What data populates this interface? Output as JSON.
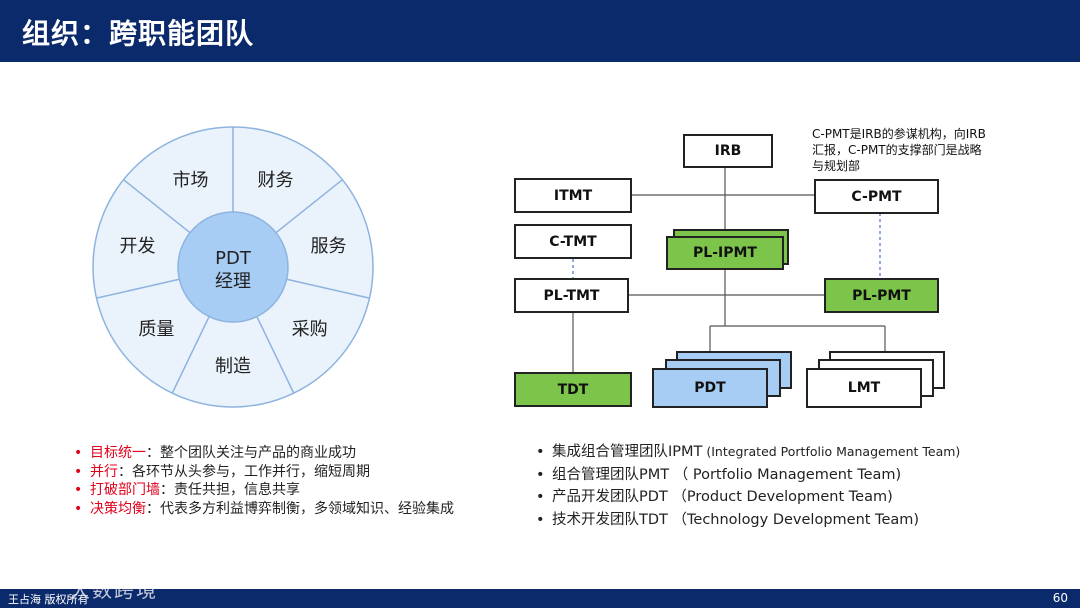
{
  "header": {
    "title": "组织：跨职能团队"
  },
  "wheel": {
    "center": [
      "PDT",
      "经理"
    ],
    "segments": [
      "财务",
      "服务",
      "采购",
      "制造",
      "质量",
      "开发",
      "市场"
    ]
  },
  "bullets_left": [
    {
      "key": "目标统一",
      "text": "：整个团队关注与产品的商业成功"
    },
    {
      "key": "并行",
      "text": "：各环节从头参与，工作并行，缩短周期"
    },
    {
      "key": "打破部门墙",
      "text": "：责任共担，信息共享"
    },
    {
      "key": "决策均衡",
      "text": "：代表多方利益博弈制衡，多领域知识、经验集成"
    }
  ],
  "org": {
    "irb": "IRB",
    "itmt": "ITMT",
    "ctmt": "C-TMT",
    "pltmt": "PL-TMT",
    "cpmt": "C-PMT",
    "plipmt": "PL-IPMT",
    "plpmt": "PL-PMT",
    "tdt": "TDT",
    "pdt": "PDT",
    "lmt": "LMT",
    "note": "C-PMT是IRB的参谋机构，向IRB汇报，C-PMT的支撑部门是战略与规划部"
  },
  "bullets_right": [
    {
      "cn": "集成组合管理团队IPMT",
      "en": "  (Integrated Portfolio Management Team)",
      "small": true
    },
    {
      "cn": "组合管理团队PMT",
      "en": " （ Portfolio Management Team)",
      "small": false
    },
    {
      "cn": "产品开发团队PDT",
      "en": " （Product Development Team)",
      "small": false
    },
    {
      "cn": "技术开发团队TDT",
      "en": " （Technology Development Team)",
      "small": false
    }
  ],
  "footer": {
    "copyright": "王占海 版权所有",
    "page": "60",
    "watermark": "大数跨境"
  },
  "colors": {
    "header_bg": "#0b2a6b",
    "wheel_fill": "#eaf2fb",
    "wheel_stroke": "#8db3df",
    "center_fill": "#a8cdf5",
    "green_box": "#7cc54a",
    "blue_box": "#a8cdf5",
    "accent_red": "#e0001b"
  }
}
